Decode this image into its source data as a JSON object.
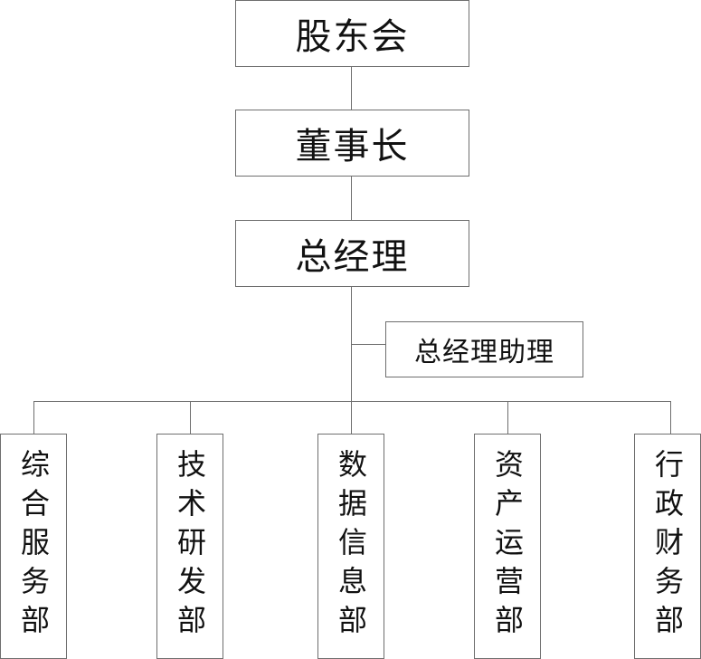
{
  "org_chart": {
    "shareholders": "股东会",
    "chairman": "董事长",
    "general_manager": "总经理",
    "gm_assistant": "总经理助理",
    "departments": [
      "综合服务部",
      "技术研发部",
      "数据信息部",
      "资产运营部",
      "行政财务部"
    ]
  }
}
